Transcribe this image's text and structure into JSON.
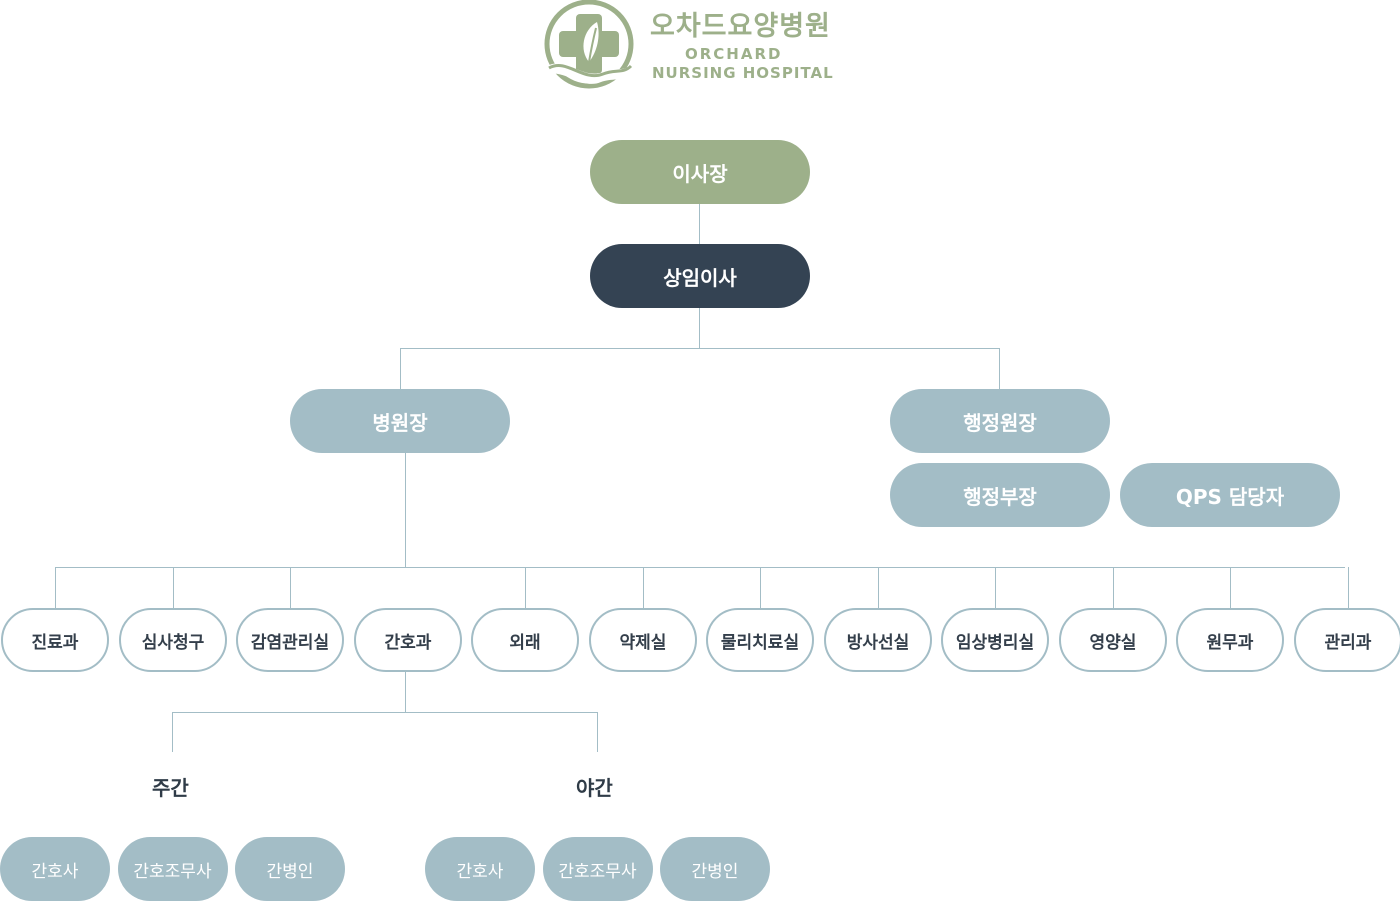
{
  "logo": {
    "name_kr": "오차드요양병원",
    "name_en_line1": "ORCHARD",
    "name_en_line2": "NURSING HOSPITAL",
    "brand_color": "#9db08a"
  },
  "colors": {
    "chairman": "#9db08a",
    "executive": "#344353",
    "managers": "#a3bdc6",
    "connector": "#a3bdc6",
    "department_text": "#343f4b"
  },
  "chart": {
    "chairman": "이사장",
    "executive_director": "상임이사",
    "hospital_director": "병원장",
    "admin_director": "행정원장",
    "admin_manager": "행정부장",
    "qps_manager": "QPS 담당자",
    "departments": [
      "진료과",
      "심사청구",
      "감염관리실",
      "간호과",
      "외래",
      "약제실",
      "물리치료실",
      "방사선실",
      "임상병리실",
      "영양실",
      "원무과",
      "관리과"
    ],
    "nursing_shifts": [
      {
        "label": "주간",
        "staff": [
          "간호사",
          "간호조무사",
          "간병인"
        ]
      },
      {
        "label": "야간",
        "staff": [
          "간호사",
          "간호조무사",
          "간병인"
        ]
      }
    ]
  }
}
